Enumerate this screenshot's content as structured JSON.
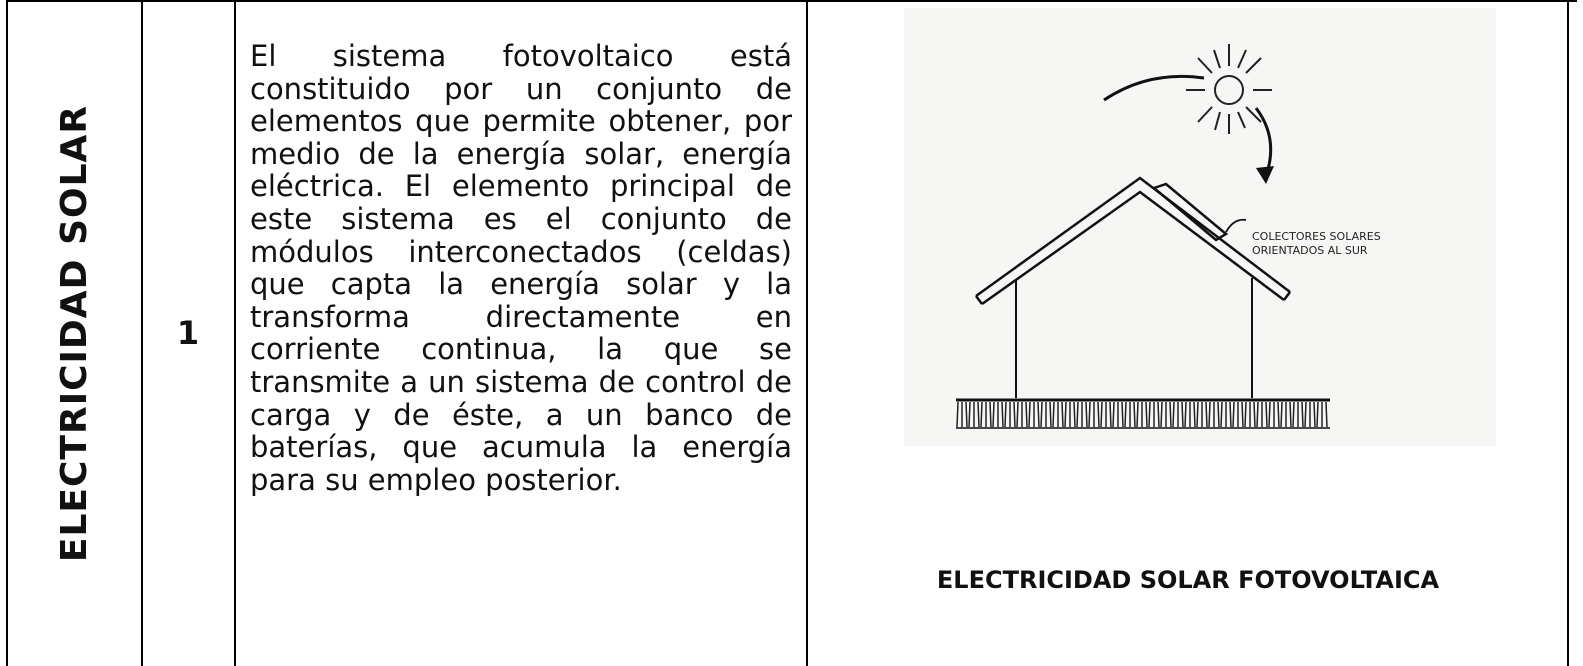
{
  "row": {
    "category": "ELECTRICIDAD SOLAR",
    "number": "1",
    "description": "El sistema fotovoltaico está constituido por un conjunto de elementos que permite obtener, por medio de la energía solar, energía eléctrica.  El elemento principal de este sistema es el conjunto de módulos interconectados (celdas) que capta la energía solar y la transforma directamente en corriente continua, la que se transmite a un sistema de control de carga y de éste, a un banco de baterías, que acumula la energía para su empleo posterior.",
    "illustration": {
      "label_line1": "COLECTORES SOLARES",
      "label_line2": "ORIENTADOS AL SUR",
      "caption": "ELECTRICIDAD SOLAR FOTOVOLTAICA"
    }
  }
}
